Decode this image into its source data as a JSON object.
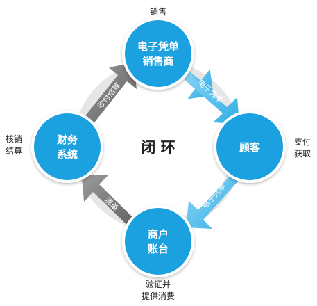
{
  "center_label": "闭 环",
  "nodes": {
    "top": {
      "lines": [
        "电子凭单",
        "销售商"
      ]
    },
    "right": {
      "lines": [
        "顾客"
      ]
    },
    "bottom": {
      "lines": [
        "商户",
        "账台"
      ]
    },
    "left": {
      "lines": [
        "财务",
        "系统"
      ]
    }
  },
  "arrows": {
    "top_right": {
      "label": "电子凭单"
    },
    "right_bottom": {
      "label": "电子凭单"
    },
    "bottom_left": {
      "label": "清单"
    },
    "left_top": {
      "label": "收付结算"
    }
  },
  "outer_labels": {
    "top": {
      "lines": [
        "销售"
      ]
    },
    "right": {
      "lines": [
        "支付",
        "获取"
      ]
    },
    "bottom": {
      "lines": [
        "验证并",
        "提供消费"
      ]
    },
    "left": {
      "lines": [
        "核销",
        "结算"
      ]
    }
  },
  "colors": {
    "node_fill": "#1aa1e0",
    "node_ring": "#ffffff",
    "arrow_blue": "#5cc6f0",
    "arrow_gray": "#777777",
    "ring_gray": "#d6d6d6",
    "text_dark": "#222222"
  }
}
